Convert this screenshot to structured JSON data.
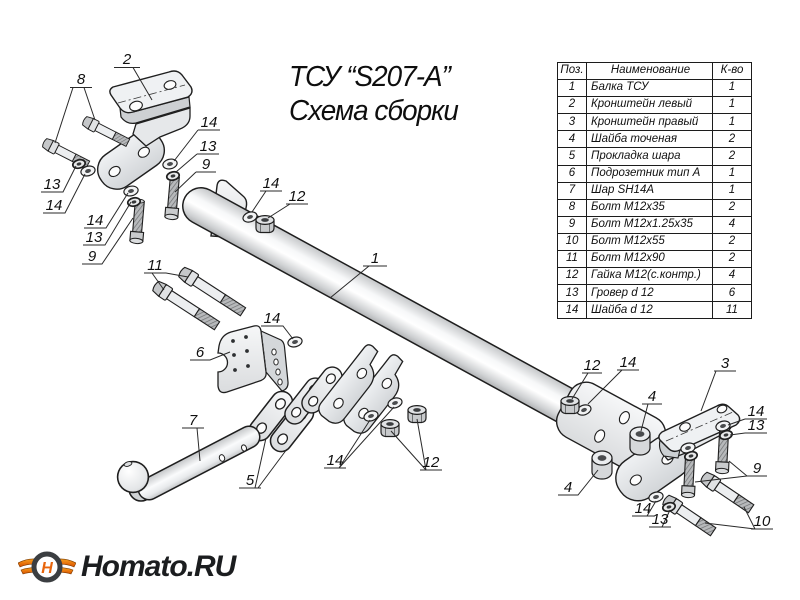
{
  "title": {
    "line1": "ТСУ “S207-A”",
    "line2": "Схема сборки"
  },
  "parts_table": {
    "headers": [
      "Поз.",
      "Наименование",
      "К-во"
    ],
    "rows": [
      [
        "1",
        "Балка ТСУ",
        "1"
      ],
      [
        "2",
        "Кронштейн левый",
        "1"
      ],
      [
        "3",
        "Кронштейн правый",
        "1"
      ],
      [
        "4",
        "Шайба точеная",
        "2"
      ],
      [
        "5",
        "Прокладка шара",
        "2"
      ],
      [
        "6",
        "Подрозетник тип А",
        "1"
      ],
      [
        "7",
        "Шар SH14A",
        "1"
      ],
      [
        "8",
        "Болт М12х35",
        "2"
      ],
      [
        "9",
        "Болт М12х1.25х35",
        "4"
      ],
      [
        "10",
        "Болт М12х55",
        "2"
      ],
      [
        "11",
        "Болт М12х90",
        "2"
      ],
      [
        "12",
        "Гайка М12(с.контр.)",
        "4"
      ],
      [
        "13",
        "Гровер d 12",
        "6"
      ],
      [
        "14",
        "Шайба d 12",
        "11"
      ]
    ]
  },
  "diagram": {
    "callouts": [
      "2",
      "8",
      "13",
      "14",
      "14",
      "13",
      "9",
      "14",
      "13",
      "9",
      "14",
      "12",
      "11",
      "1",
      "14",
      "6",
      "7",
      "5",
      "14",
      "12",
      "12",
      "14",
      "3",
      "4",
      "14",
      "13",
      "9",
      "4",
      "14",
      "13",
      "10"
    ]
  },
  "logo": {
    "text": "Homato.RU",
    "accent_color": "#e8650c",
    "text_color": "#1b1d1f"
  },
  "page": {
    "background": "#ffffff"
  }
}
